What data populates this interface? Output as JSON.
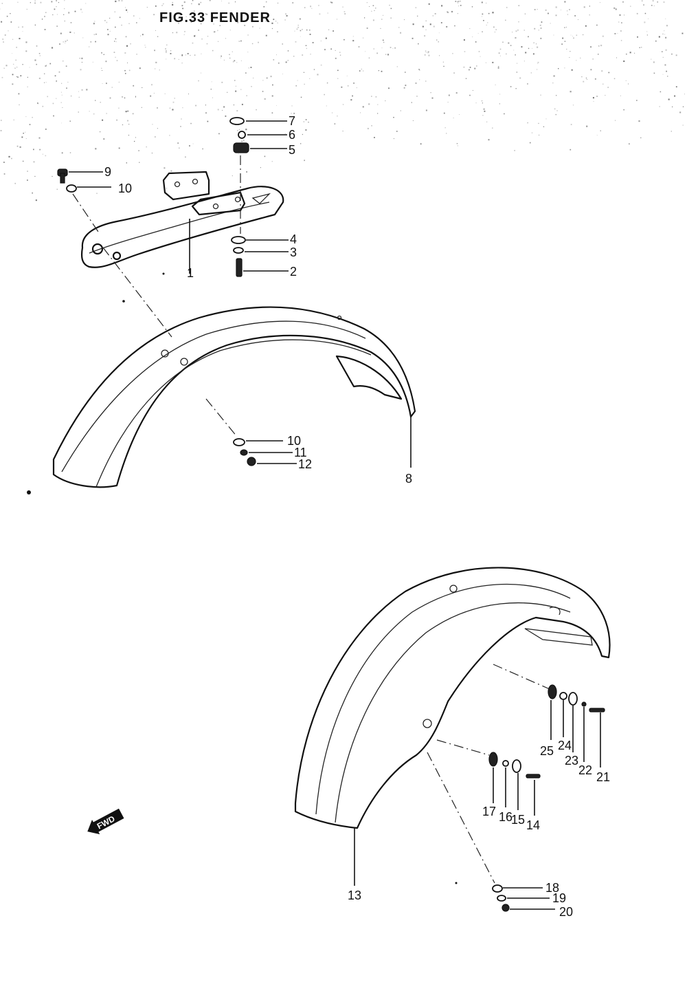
{
  "figure": {
    "title": "FIG.33  FENDER"
  },
  "parts": {
    "1": "1",
    "2": "2",
    "3": "3",
    "4": "4",
    "5": "5",
    "6": "6",
    "7": "7",
    "8": "8",
    "9": "9",
    "10a": "10",
    "10b": "10",
    "11": "11",
    "12": "12",
    "13": "13",
    "14": "14",
    "15": "15",
    "16": "16",
    "17": "17",
    "18": "18",
    "19": "19",
    "20": "20",
    "21": "21",
    "22": "22",
    "23": "23",
    "24": "24",
    "25": "25"
  },
  "direction_badge": "FWD",
  "colors": {
    "ink": "#111111",
    "paper": "#ffffff",
    "speckle": "#666666"
  }
}
